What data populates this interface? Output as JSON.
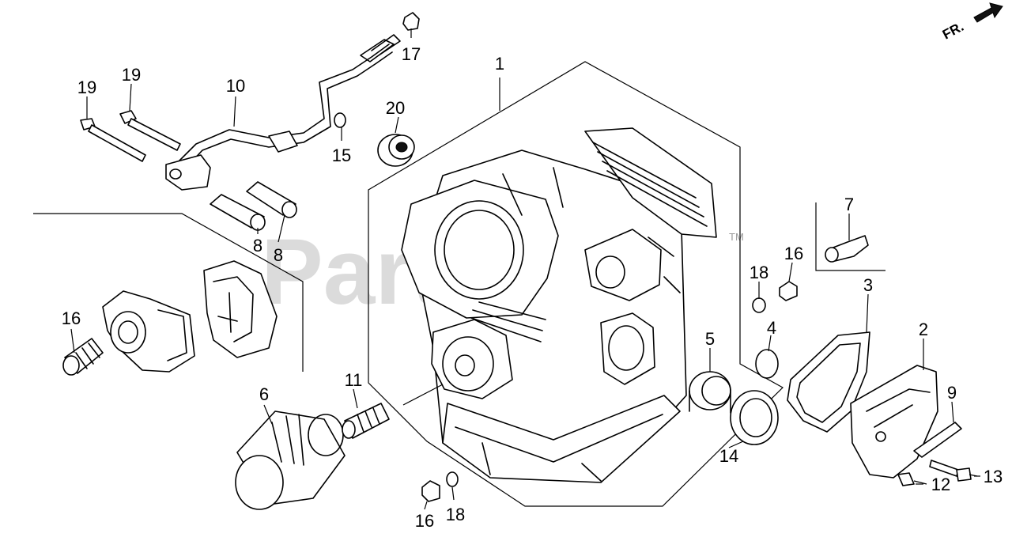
{
  "watermark": {
    "text": "PartsTree",
    "tm": "TM"
  },
  "direction_label": "FR.",
  "callouts": [
    "1",
    "2",
    "3",
    "4",
    "5",
    "6",
    "7",
    "8",
    "8",
    "9",
    "10",
    "11",
    "12",
    "13",
    "14",
    "15",
    "16",
    "16",
    "16",
    "17",
    "18",
    "18",
    "19",
    "19",
    "20"
  ]
}
